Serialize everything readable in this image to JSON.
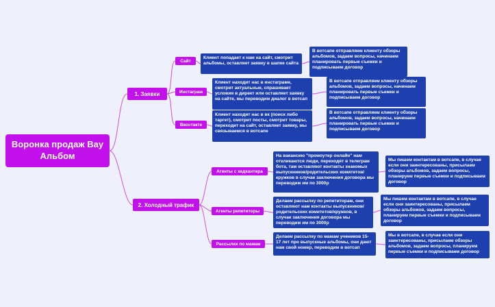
{
  "root": {
    "label": "Воронка продаж Вау Альбом"
  },
  "branches": [
    {
      "label": "1. Заявки",
      "items": [
        {
          "source": "Сайт",
          "action": "Клиент попадает к нам на сайт, смотрит альбомы, оставляет заявку в шапке сайта",
          "followup": "В вотсапе отправляем клиенту обзоры альбомов, задаем вопросы, начинаем планировать первые съемки и подписываем договор"
        },
        {
          "source": "Инстаграм",
          "action": "Клиент находит нас в инстаграме, смотрит актуальные, спрашивает условия в директ или оставляет заявку на сайте, мы переводим диалог в вотсап",
          "followup": "В вотсапе отправляем клиенту обзоры альбомов, задаем вопросы, начинаем планировать первые съемки и подписываем договор"
        },
        {
          "source": "Вконтакте",
          "action": "Клиент находит нас в вк (поиск либо таргет), смотрит посты, смотрит товары, переходит на сайт, оставляет заявку, мы связываемся в вотсапе",
          "followup": "В вотсапе отправляем клиенту обзоры альбомов, задаем вопросы, начинаем планировать первые съемки и подписываем договор"
        }
      ]
    },
    {
      "label": "2. Холодный трафик",
      "items": [
        {
          "source": "Агенты с хедхантера",
          "action": "На вакансию \"промоутер онлайн\" нам откликаются люди, переходят в телеграм бота, там оставляют контакты знакомых выпускников/родительских комитетов/кружков в случае заключения договора мы переводим им по 3000р",
          "followup": "Мы пишем контактам в вотсапе, в случае если они заинтересованы, присылаем обзоры альбомов, задаем вопросы, планируем первые съемки и подписываем договор"
        },
        {
          "source": "Агенты репетиторы",
          "action": "Делаем рассылку по репетиторам, они оставляют нам контакты выпускников/родительских комитетов/кружков, в случае заключения договора мы переводим им по 3000р",
          "followup": "Мы пишем контактам в вотсапе, в случае если они заинтересованы, присылаем обзоры альбомов, задаем вопросы, планируем первые съемки и подписываем договор"
        },
        {
          "source": "Рассылки по мамам",
          "action": "Делаем рассылку по мамам учеников 15-17 лет про выпускные альбомы, они дают нам свой номер, переводим в вотсап",
          "followup": "Мы в вотсапе, в случае если они заинтересованы, присылаем обзоры альбомов, задаем вопросы, планируем первые съемки и подписываем договор"
        }
      ]
    }
  ],
  "colors": {
    "background": "#eef1fb",
    "node_magenta": "#c211ea",
    "node_blue": "#1e3fae",
    "connector": "#cf4fe0"
  }
}
